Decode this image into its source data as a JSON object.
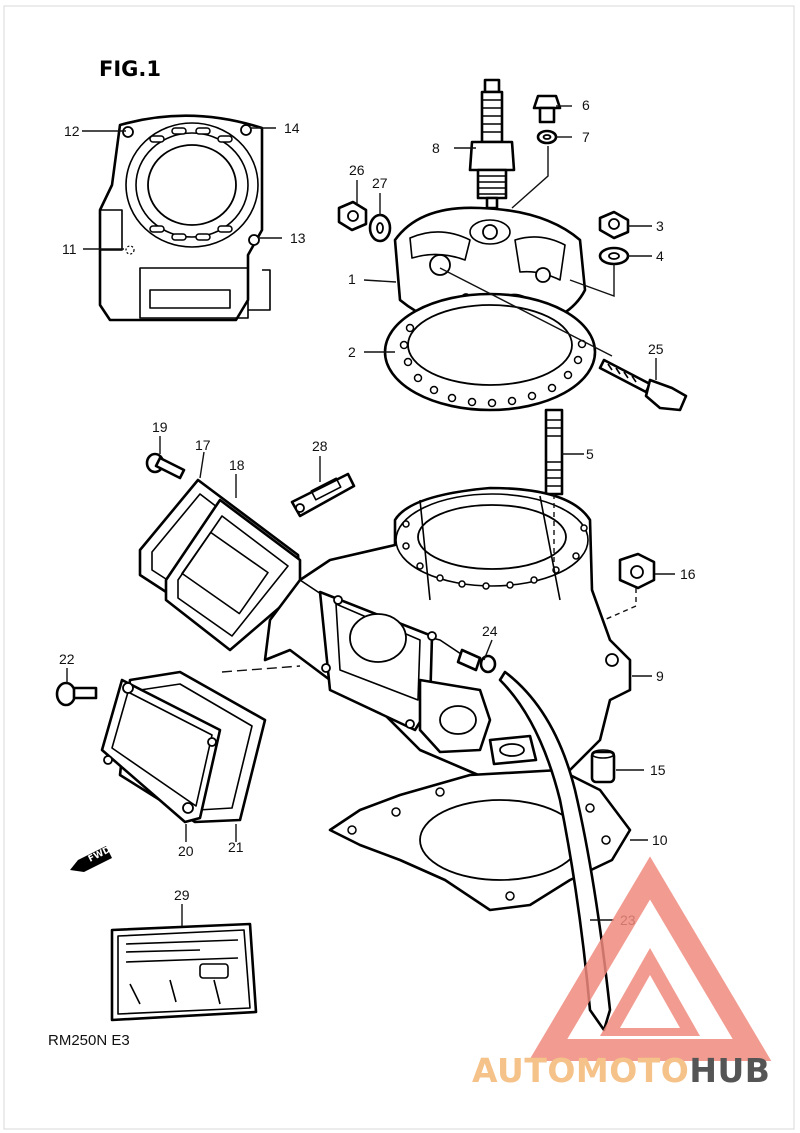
{
  "figure": {
    "title": "FIG.1",
    "model_code": "RM250N E3",
    "fwd_label": "FWD"
  },
  "callouts": [
    {
      "id": "1",
      "name": "callout-1"
    },
    {
      "id": "2",
      "name": "callout-2"
    },
    {
      "id": "3",
      "name": "callout-3"
    },
    {
      "id": "4",
      "name": "callout-4"
    },
    {
      "id": "5",
      "name": "callout-5"
    },
    {
      "id": "6",
      "name": "callout-6"
    },
    {
      "id": "7",
      "name": "callout-7"
    },
    {
      "id": "8",
      "name": "callout-8"
    },
    {
      "id": "9",
      "name": "callout-9"
    },
    {
      "id": "10",
      "name": "callout-10"
    },
    {
      "id": "11",
      "name": "callout-11"
    },
    {
      "id": "12",
      "name": "callout-12"
    },
    {
      "id": "13",
      "name": "callout-13"
    },
    {
      "id": "14",
      "name": "callout-14"
    },
    {
      "id": "15",
      "name": "callout-15"
    },
    {
      "id": "16",
      "name": "callout-16"
    },
    {
      "id": "17",
      "name": "callout-17"
    },
    {
      "id": "18",
      "name": "callout-18"
    },
    {
      "id": "19",
      "name": "callout-19"
    },
    {
      "id": "20",
      "name": "callout-20"
    },
    {
      "id": "21",
      "name": "callout-21"
    },
    {
      "id": "22",
      "name": "callout-22"
    },
    {
      "id": "23",
      "name": "callout-23"
    },
    {
      "id": "24",
      "name": "callout-24"
    },
    {
      "id": "25",
      "name": "callout-25"
    },
    {
      "id": "26",
      "name": "callout-26"
    },
    {
      "id": "27",
      "name": "callout-27"
    },
    {
      "id": "28",
      "name": "callout-28"
    },
    {
      "id": "29",
      "name": "callout-29"
    }
  ],
  "watermark": {
    "part1": "AUTOMOTO",
    "part2": "HUB",
    "color_primary": "#f08a7e",
    "color_secondary": "#f5c28a",
    "color_dark": "#555555"
  }
}
